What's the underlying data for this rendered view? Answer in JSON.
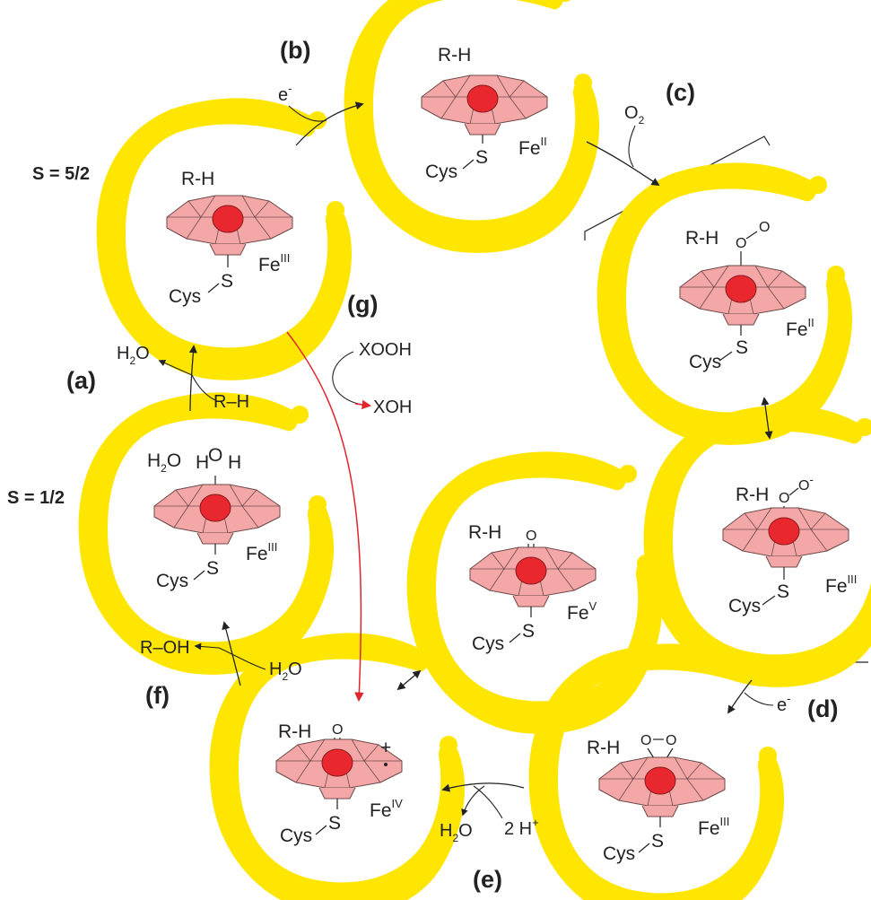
{
  "step_labels": {
    "a": "(a)",
    "b": "(b)",
    "c": "(c)",
    "d": "(d)",
    "e": "(e)",
    "f": "(f)",
    "g": "(g)"
  },
  "spin_states": {
    "high": "S = 5/2",
    "low": "S = 1/2"
  },
  "species": {
    "resting": {
      "substrate": "R-H",
      "fe": "Fe",
      "ox": "III",
      "ligand_s": "S",
      "ligand_cys": "Cys"
    },
    "reduced": {
      "substrate": "R-H",
      "fe": "Fe",
      "ox": "II",
      "ligand_s": "S",
      "ligand_cys": "Cys"
    },
    "oxy": {
      "substrate": "R-H",
      "fe": "Fe",
      "ox": "II",
      "ligand_s": "S",
      "ligand_cys": "Cys",
      "o1": "O",
      "o2": "O"
    },
    "superoxo": {
      "substrate": "R-H",
      "fe": "Fe",
      "ox": "III",
      "ligand_s": "S",
      "ligand_cys": "Cys",
      "o1": "O",
      "o2": "O",
      "o2_charge": "-"
    },
    "peroxo": {
      "substrate": "R-H",
      "fe": "Fe",
      "ox": "III",
      "ligand_s": "S",
      "ligand_cys": "Cys",
      "o1": "O",
      "o2": "O"
    },
    "compound1": {
      "substrate": "R-H",
      "fe": "Fe",
      "ox": "IV",
      "ligand_s": "S",
      "ligand_cys": "Cys",
      "oxo": "O",
      "charge": "+"
    },
    "fev": {
      "substrate": "R-H",
      "fe": "Fe",
      "ox": "V",
      "ligand_s": "S",
      "ligand_cys": "Cys",
      "oxo": "O"
    },
    "aqua": {
      "water": "H",
      "water_sub": "2",
      "water_o": "O",
      "fe": "Fe",
      "ox": "III",
      "ligand_s": "S",
      "ligand_cys": "Cys",
      "ho_h": "H",
      "ho_o": "O",
      "ho_h2": "H"
    }
  },
  "reagents": {
    "e1": "e",
    "e1_sup": "-",
    "o2": "O",
    "o2_sub": "2",
    "e2": "e",
    "e2_sup": "-",
    "proton": "2 H",
    "proton_sup": "+",
    "water_out_e": "H",
    "water_out_e_sub": "2",
    "water_out_e_o": "O",
    "water_in_f": "H",
    "water_in_f_sub": "2",
    "water_in_f_o": "O",
    "roh": "R–OH",
    "rh_in": "R–H",
    "water_out_a": "H",
    "water_out_a_sub": "2",
    "water_out_a_o": "O",
    "xooh": "XOOH",
    "xoh": "XOH"
  },
  "colors": {
    "protein": "#ffe600",
    "porphyrin": "#f4a7a7",
    "porphyrin_edge": "#6e4a4a",
    "iron": "#e8282e",
    "shunt": "#e0252c",
    "line": "#222222"
  }
}
